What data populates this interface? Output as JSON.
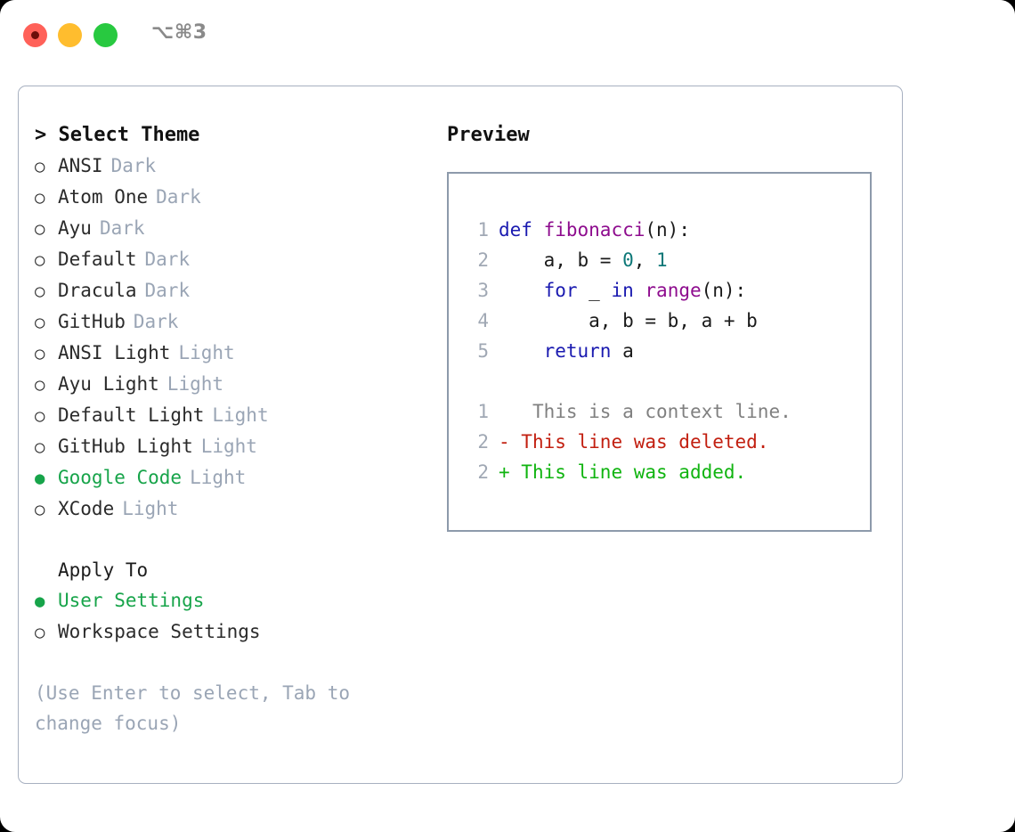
{
  "window": {
    "shortcut_label": "⌥⌘3",
    "traffic_lights": {
      "close": "close-light",
      "minimize": "minimize-light",
      "maximize": "maximize-light"
    }
  },
  "colors": {
    "accent_green": "#17a44a",
    "muted": "#9aa5b5",
    "border": "#a7b0c0",
    "preview_border": "#8d9aab",
    "keyword": "#1a1ab0",
    "function": "#8e0c8e",
    "number": "#0d7878",
    "diff_add": "#10b410",
    "diff_del": "#c21f10",
    "diff_ctx": "#808080",
    "light_red": "#ff6159",
    "light_yellow": "#ffbd2e",
    "light_green": "#28c940"
  },
  "theme_list": {
    "header": "> Select Theme",
    "items": [
      {
        "bullet": "○",
        "label": "ANSI",
        "badge": "Dark",
        "selected": false
      },
      {
        "bullet": "○",
        "label": "Atom One",
        "badge": "Dark",
        "selected": false
      },
      {
        "bullet": "○",
        "label": "Ayu",
        "badge": "Dark",
        "selected": false
      },
      {
        "bullet": "○",
        "label": "Default",
        "badge": "Dark",
        "selected": false
      },
      {
        "bullet": "○",
        "label": "Dracula",
        "badge": "Dark",
        "selected": false
      },
      {
        "bullet": "○",
        "label": "GitHub",
        "badge": "Dark",
        "selected": false
      },
      {
        "bullet": "○",
        "label": "ANSI Light",
        "badge": "Light",
        "selected": false
      },
      {
        "bullet": "○",
        "label": "Ayu Light",
        "badge": "Light",
        "selected": false
      },
      {
        "bullet": "○",
        "label": "Default Light",
        "badge": "Light",
        "selected": false
      },
      {
        "bullet": "○",
        "label": "GitHub Light",
        "badge": "Light",
        "selected": false
      },
      {
        "bullet": "●",
        "label": "Google Code",
        "badge": "Light",
        "selected": true
      },
      {
        "bullet": "○",
        "label": "XCode",
        "badge": "Light",
        "selected": false
      }
    ]
  },
  "apply_to": {
    "header": "Apply To",
    "items": [
      {
        "bullet": "●",
        "label": "User Settings",
        "selected": true
      },
      {
        "bullet": "○",
        "label": "Workspace Settings",
        "selected": false
      }
    ]
  },
  "hint": "(Use Enter to select, Tab to change focus)",
  "preview": {
    "header": "Preview",
    "code_lines": [
      {
        "no": "1",
        "tokens": [
          {
            "t": "def",
            "c": "kw"
          },
          {
            "t": " ",
            "c": "plain"
          },
          {
            "t": "fibonacci",
            "c": "fn"
          },
          {
            "t": "(n):",
            "c": "plain"
          }
        ]
      },
      {
        "no": "2",
        "tokens": [
          {
            "t": "    a, b = ",
            "c": "plain"
          },
          {
            "t": "0",
            "c": "num"
          },
          {
            "t": ", ",
            "c": "plain"
          },
          {
            "t": "1",
            "c": "num"
          }
        ]
      },
      {
        "no": "3",
        "tokens": [
          {
            "t": "    ",
            "c": "plain"
          },
          {
            "t": "for",
            "c": "kw"
          },
          {
            "t": " _ ",
            "c": "plain"
          },
          {
            "t": "in",
            "c": "kw"
          },
          {
            "t": " ",
            "c": "plain"
          },
          {
            "t": "range",
            "c": "fn"
          },
          {
            "t": "(n):",
            "c": "plain"
          }
        ]
      },
      {
        "no": "4",
        "tokens": [
          {
            "t": "        a, b = b, a + b",
            "c": "plain"
          }
        ]
      },
      {
        "no": "5",
        "tokens": [
          {
            "t": "    ",
            "c": "plain"
          },
          {
            "t": "return",
            "c": "kw"
          },
          {
            "t": " a",
            "c": "plain"
          }
        ]
      }
    ],
    "diff_lines": [
      {
        "no": "1",
        "marker": " ",
        "text": "  This is a context line.",
        "kind": "ctx"
      },
      {
        "no": "2",
        "marker": "-",
        "text": " This line was deleted.",
        "kind": "del"
      },
      {
        "no": "2",
        "marker": "+",
        "text": " This line was added.",
        "kind": "add"
      }
    ]
  }
}
